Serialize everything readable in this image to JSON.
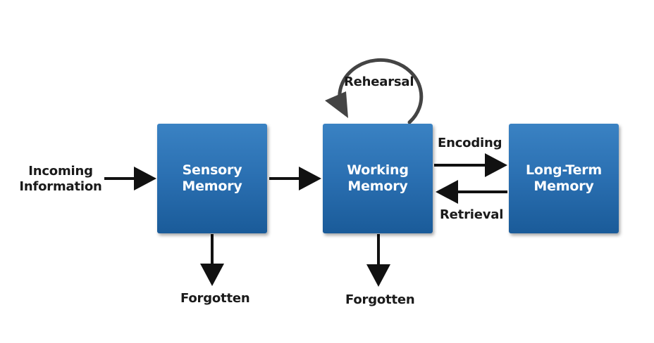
{
  "diagram": {
    "nodes": {
      "sensory": "Sensory\nMemory",
      "working": "Working\nMemory",
      "long_term": "Long-Term\nMemory"
    },
    "labels": {
      "incoming": "Incoming\nInformation",
      "rehearsal": "Rehearsal",
      "encoding": "Encoding",
      "retrieval": "Retrieval",
      "forgotten_sensory": "Forgotten",
      "forgotten_working": "Forgotten"
    },
    "colors": {
      "box": "#2a6fb1",
      "arrow": "#111111",
      "loop": "#444444",
      "text": "#1a1a1a"
    }
  }
}
